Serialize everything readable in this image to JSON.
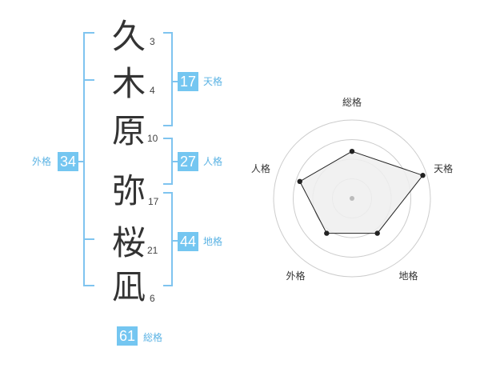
{
  "name_chars": [
    {
      "char": "久",
      "strokes": "3"
    },
    {
      "char": "木",
      "strokes": "4"
    },
    {
      "char": "原",
      "strokes": "10"
    },
    {
      "char": "弥",
      "strokes": "17"
    },
    {
      "char": "桜",
      "strokes": "21"
    },
    {
      "char": "凪",
      "strokes": "6"
    }
  ],
  "kaku": {
    "tenkaku": {
      "value": "17",
      "label": "天格"
    },
    "jinkaku": {
      "value": "27",
      "label": "人格"
    },
    "chikaku": {
      "value": "44",
      "label": "地格"
    },
    "gaikaku": {
      "value": "34",
      "label": "外格"
    },
    "soukaku": {
      "value": "61",
      "label": "総格"
    }
  },
  "colors": {
    "accent": "#74c6f1",
    "bracket": "#7fc4ef",
    "text": "#333333",
    "radar_fill": "#eeeeee",
    "radar_ring": "#cccccc"
  },
  "chart_data": {
    "type": "radar",
    "axes": [
      "総格",
      "天格",
      "地格",
      "外格",
      "人格"
    ],
    "values": [
      0.6,
      0.95,
      0.55,
      0.55,
      0.7
    ],
    "rings": 4
  }
}
